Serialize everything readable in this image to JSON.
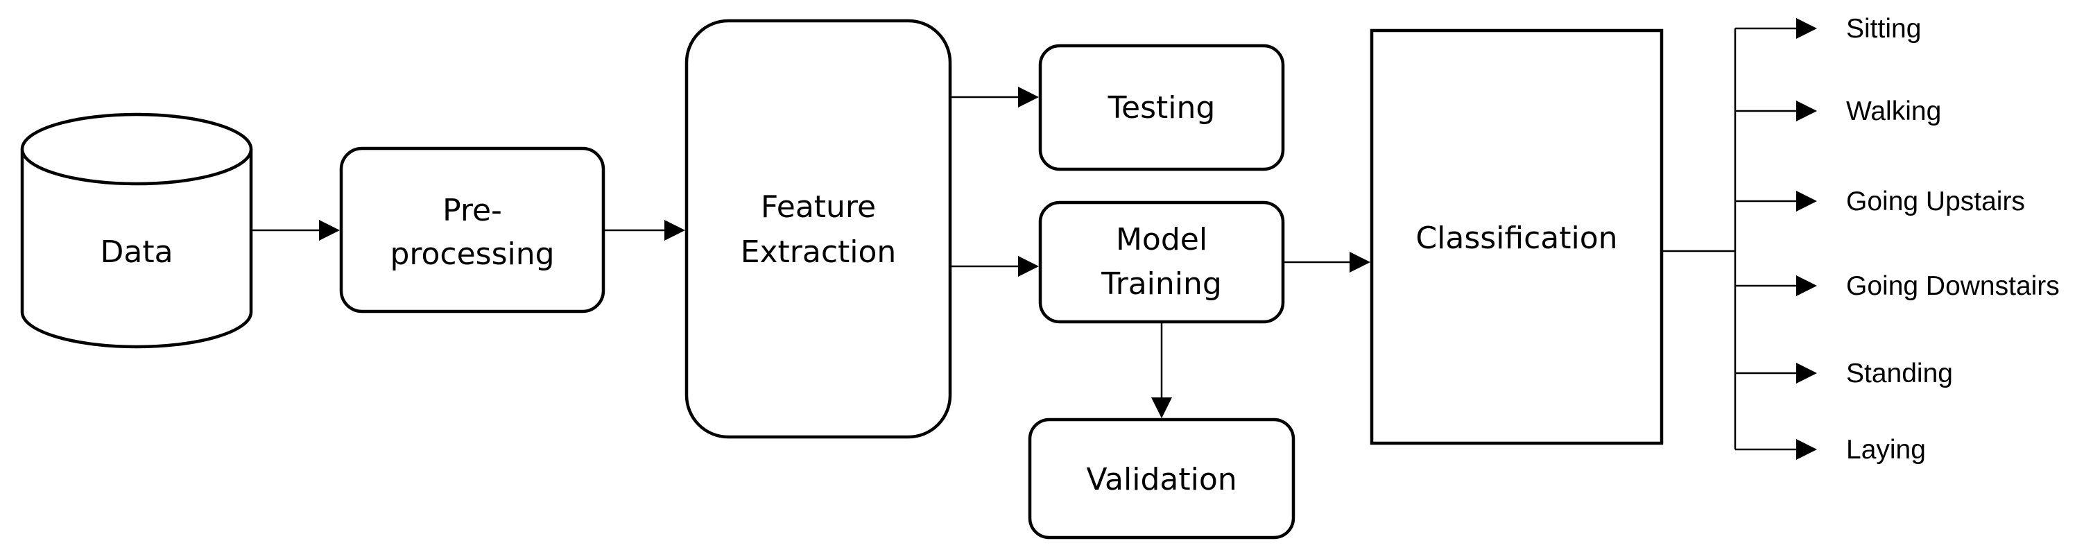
{
  "nodes": {
    "data": "Data",
    "preprocessing_line1": "Pre-",
    "preprocessing_line2": "processing",
    "feature_line1": "Feature",
    "feature_line2": "Extraction",
    "testing": "Testing",
    "training_line1": "Model",
    "training_line2": "Training",
    "validation": "Validation",
    "classification": "Classification"
  },
  "outputs": [
    "Sitting",
    "Walking",
    "Going Upstairs",
    "Going Downstairs",
    "Standing",
    "Laying"
  ]
}
